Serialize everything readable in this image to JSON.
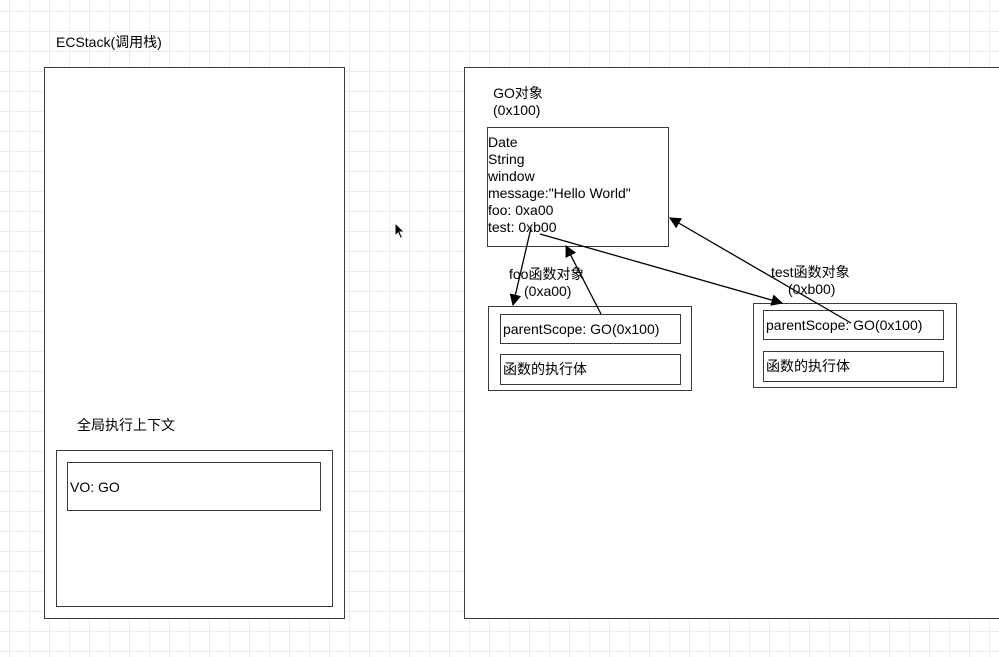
{
  "ecstack": {
    "title": "ECStack(调用栈)",
    "global_context_label": "全局执行上下文",
    "vo": "VO: GO"
  },
  "go": {
    "title": "GO对象",
    "address": "(0x100)",
    "props": [
      "Date",
      "String",
      "window",
      "message:\"Hello World\"",
      "foo: 0xa00",
      "test: 0xb00"
    ]
  },
  "foo_obj": {
    "label": "foo函数对象",
    "address": "(0xa00)",
    "parent_scope": "parentScope: GO(0x100)",
    "body": "函数的执行体"
  },
  "test_obj": {
    "label": "test函数对象",
    "address": "(0xb00)",
    "parent_scope": "parentScope: GO(0x100)",
    "body": "函数的执行体"
  },
  "colors": {
    "stroke": "#3a3a3a",
    "grid": "#ececec"
  },
  "icons": {
    "cursor": "mouse-pointer-icon"
  }
}
